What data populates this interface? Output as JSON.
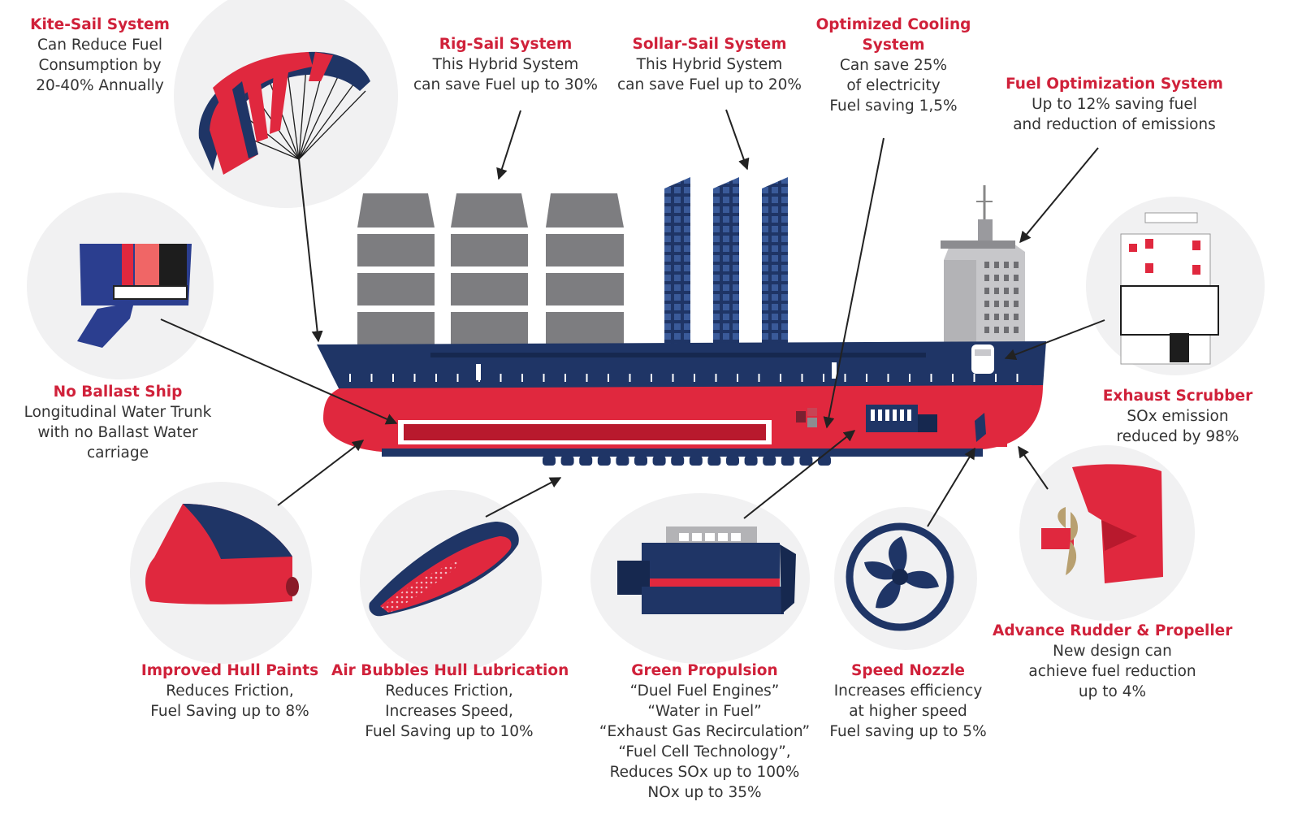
{
  "colors": {
    "red": "#e0283e",
    "title_red": "#d0213a",
    "navy": "#1f3566",
    "deep_navy": "#16284f",
    "gray": "#7d7d80",
    "light_gray": "#f1f1f2",
    "text": "#333333"
  },
  "features": [
    {
      "id": "kite-sail",
      "title": "Kite-Sail System",
      "lines": [
        "Can Reduce Fuel",
        "Consumption by",
        "20-40% Annually"
      ]
    },
    {
      "id": "rig-sail",
      "title": "Rig-Sail System",
      "lines": [
        "This Hybrid System",
        "can save Fuel up to 30%"
      ]
    },
    {
      "id": "sollar-sail",
      "title": "Sollar-Sail System",
      "lines": [
        "This Hybrid System",
        "can save Fuel up to 20%"
      ]
    },
    {
      "id": "optimized-cooling",
      "title_lines": [
        "Optimized Cooling",
        "System"
      ],
      "lines": [
        "Can save 25%",
        "of electricity",
        "Fuel saving 1,5%"
      ]
    },
    {
      "id": "fuel-optimization",
      "title": "Fuel Optimization System",
      "lines": [
        "Up to 12% saving fuel",
        "and reduction of emissions"
      ]
    },
    {
      "id": "no-ballast",
      "title": "No Ballast Ship",
      "lines": [
        "Longitudinal Water Trunk",
        "with no Ballast Water",
        "carriage"
      ]
    },
    {
      "id": "exhaust-scrubber",
      "title": "Exhaust Scrubber",
      "lines": [
        "SOx emission",
        "reduced by 98%"
      ]
    },
    {
      "id": "advance-rudder",
      "title": "Advance Rudder & Propeller",
      "lines": [
        "New design can",
        "achieve fuel reduction",
        "up to 4%"
      ]
    },
    {
      "id": "improved-hull-paints",
      "title": "Improved Hull Paints",
      "lines": [
        "Reduces Friction,",
        "Fuel Saving up to 8%"
      ]
    },
    {
      "id": "air-bubbles",
      "title": "Air Bubbles Hull Lubrication",
      "lines": [
        "Reduces Friction,",
        "Increases Speed,",
        "Fuel Saving up to 10%"
      ]
    },
    {
      "id": "green-propulsion",
      "title": "Green Propulsion",
      "lines": [
        "“Duel Fuel Engines”",
        "“Water in Fuel”",
        "“Exhaust Gas Recirculation”",
        "“Fuel Cell Technology”,",
        "Reduces SOx up to 100%",
        "NOx up to 35%"
      ]
    },
    {
      "id": "speed-nozzle",
      "title": "Speed Nozzle",
      "lines": [
        "Increases efficiency",
        "at higher speed",
        "Fuel saving up to 5%"
      ]
    }
  ]
}
